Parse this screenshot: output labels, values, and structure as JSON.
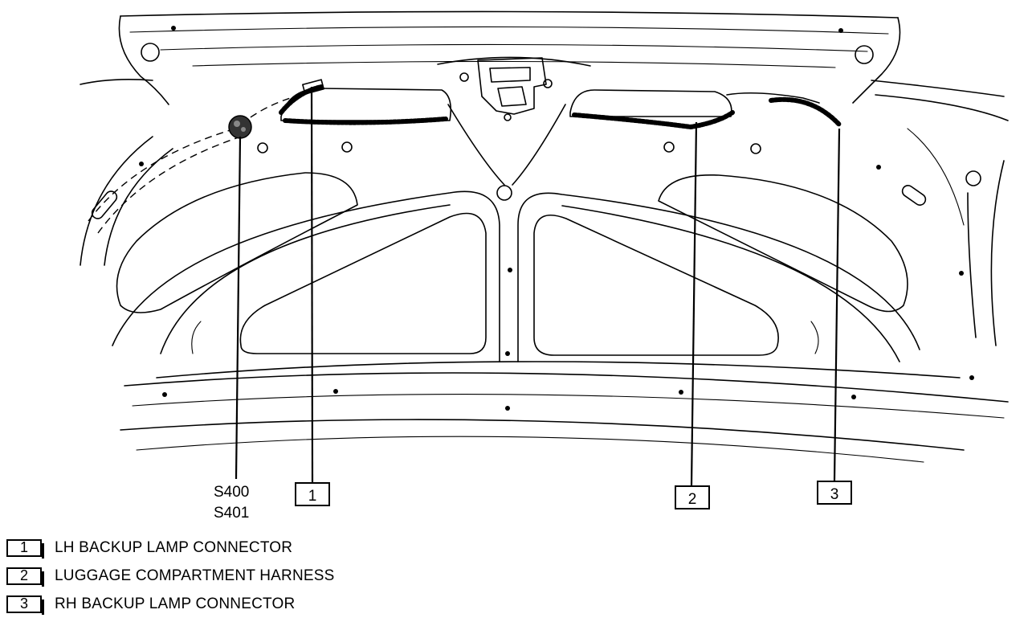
{
  "splice": {
    "line1": "S400",
    "line2": "S401"
  },
  "callouts": [
    {
      "number": "1",
      "label": "LH BACKUP LAMP CONNECTOR"
    },
    {
      "number": "2",
      "label": "LUGGAGE COMPARTMENT HARNESS"
    },
    {
      "number": "3",
      "label": "RH BACKUP LAMP CONNECTOR"
    }
  ]
}
